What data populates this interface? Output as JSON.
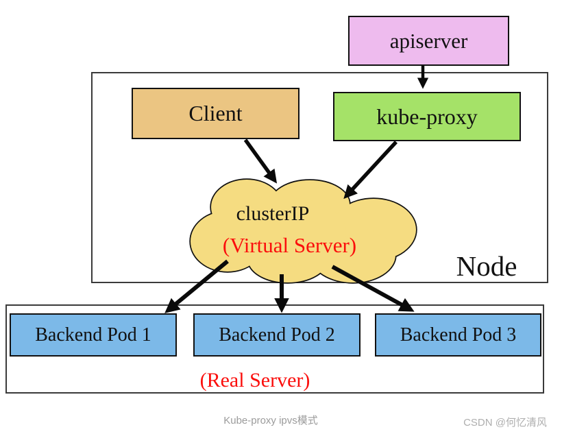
{
  "nodes": {
    "apiserver": "apiserver",
    "client": "Client",
    "kube_proxy": "kube-proxy",
    "cluster_ip": "clusterIP",
    "virtual_server": "(Virtual Server)",
    "node_boundary": "Node",
    "real_server": "(Real Server)"
  },
  "pods": [
    {
      "label": "Backend Pod 1"
    },
    {
      "label": "Backend Pod 2"
    },
    {
      "label": "Backend Pod 3"
    }
  ],
  "edges": [
    {
      "from": "apiserver",
      "to": "kube-proxy"
    },
    {
      "from": "Client",
      "to": "clusterIP (Virtual Server)"
    },
    {
      "from": "kube-proxy",
      "to": "clusterIP (Virtual Server)"
    },
    {
      "from": "clusterIP (Virtual Server)",
      "to": "Backend Pod 1"
    },
    {
      "from": "clusterIP (Virtual Server)",
      "to": "Backend Pod 2"
    },
    {
      "from": "clusterIP (Virtual Server)",
      "to": "Backend Pod 3"
    }
  ],
  "colors": {
    "apiserver_fill": "#eebbee",
    "client_fill": "#ebc582",
    "kube_proxy_fill": "#a5e268",
    "cloud_fill": "#f5dc81",
    "pod_fill": "#7cb9e8",
    "red_text": "#fb0e0c",
    "caption_gray": "#9b9b9b",
    "watermark_gray": "#aeaeae",
    "line_black": "#0a0a0a"
  },
  "captions": {
    "center": "Kube-proxy ipvs模式",
    "watermark": "CSDN @何忆清风"
  }
}
